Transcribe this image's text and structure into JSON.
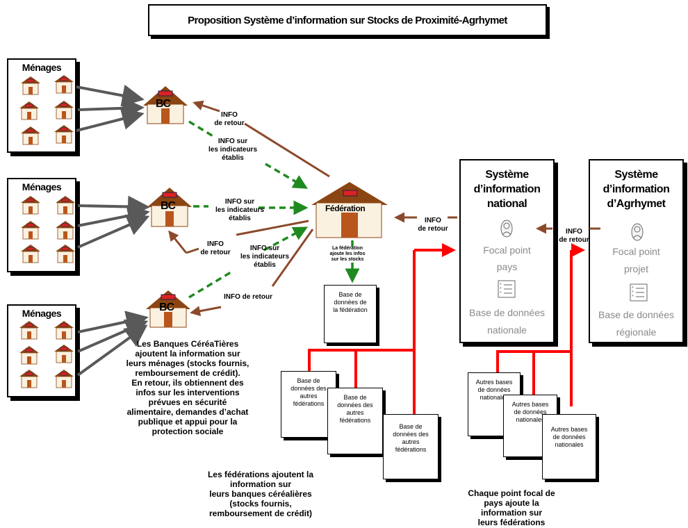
{
  "title": "Proposition Système d’information sur Stocks de Proximité-Agrhymet",
  "menages": [
    {
      "label": "Ménages"
    },
    {
      "label": "Ménages"
    },
    {
      "label": "Ménages"
    }
  ],
  "banques": [
    {
      "label": "BC"
    },
    {
      "label": "BC"
    },
    {
      "label": "BC"
    }
  ],
  "federation": {
    "label": "Fédération",
    "note_line1": "La fédération",
    "note_line2": "ajoute les infos",
    "note_line3": "sur les stocks"
  },
  "flows": {
    "info_retour_1a": "INFO",
    "info_retour_1b": "de retour",
    "info_sur_1a": "INFO sur",
    "info_sur_1b": "les indicateurs",
    "info_sur_1c": "établis",
    "info_sur_2a": "INFO sur",
    "info_sur_2b": "les indicateurs",
    "info_sur_2c": "établis",
    "info_retour_2a": "INFO",
    "info_retour_2b": "de retour",
    "info_sur_3a": "INFO sur",
    "info_sur_3b": "les indicateurs",
    "info_sur_3c": "établis",
    "info_retour_3": "INFO de retour",
    "info_retour_fed_a": "INFO",
    "info_retour_fed_b": "de retour",
    "info_retour_agr_a": "INFO",
    "info_retour_agr_b": "de retour"
  },
  "note_bc": {
    "l1": "Les Banques CéréaTières",
    "l2": "ajoutent la information sur",
    "l3": "leurs ménages (stocks fournis,",
    "l4": "remboursement de crédit).",
    "l5": "En retour, ils obtiennent des",
    "l6": "infos sur les interventions",
    "l7": "prévues en sécurité",
    "l8": "alimentaire, demandes d’achat",
    "l9": "publique et appui pour la",
    "l10": "protection sociale"
  },
  "note_fed": {
    "l1": "Les fédérations ajoutent la",
    "l2": "information sur",
    "l3": "leurs banques céréalières",
    "l4": "(stocks fournis,",
    "l5": "remboursement de crédit)"
  },
  "note_national": {
    "l1": "Chaque point focal de",
    "l2": "pays ajoute la",
    "l3": "information sur",
    "l4": "leurs fédérations"
  },
  "db_federation": {
    "l1": "Base de",
    "l2": "données de",
    "l3": "la fédération"
  },
  "db_other_fed": {
    "l1": "Base de",
    "l2": "données des",
    "l3": "autres",
    "l4": "fédérations"
  },
  "db_other_nat": {
    "l1": "Autres bases",
    "l2": "de données",
    "l3": "nationales"
  },
  "sys_national": {
    "t1": "Système",
    "t2": "d’information",
    "t3": "national",
    "focal1": "Focal point",
    "focal2": "pays",
    "db1": "Base de données",
    "db2": "nationale"
  },
  "sys_agrhymet": {
    "t1": "Système",
    "t2": "d’information",
    "t3": "d’Agrhymet",
    "focal1": "Focal point",
    "focal2": "projet",
    "db1": "Base de données",
    "db2": "régionale"
  },
  "colors": {
    "gray_arrow": "#595959",
    "green_dashed": "#1f8a1f",
    "brown": "#8b4a2b",
    "red": "#ff0000",
    "roof": "#8b4513",
    "wall": "#fbf1e0",
    "door": "#b8561c"
  },
  "icons": [
    "house-icon",
    "person-icon",
    "checklist-icon",
    "document-icon"
  ]
}
